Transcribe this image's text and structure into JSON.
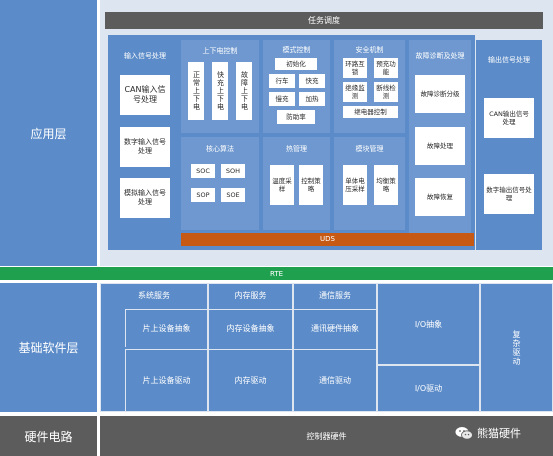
{
  "layers": {
    "app": "应用层",
    "bsw": "基础软件层",
    "hw": "硬件电路"
  },
  "task_scheduling": "任务调度",
  "input": {
    "title": "输入信号处理",
    "items": [
      "CAN输入信号处理",
      "数字输入信号处理",
      "模拟输入信号处理"
    ]
  },
  "power": {
    "title": "上下电控制",
    "items": [
      "正常上下电",
      "快充上下电",
      "故障上下电"
    ]
  },
  "mode": {
    "title": "模式控制",
    "items": [
      "初始化",
      "行车",
      "快充",
      "慢充",
      "加热",
      "防助率"
    ]
  },
  "safety": {
    "title": "安全机制",
    "items": [
      "环路互锁",
      "预充功能",
      "绝缘监测",
      "断线检测",
      "继电器控制"
    ]
  },
  "fault": {
    "title": "故障诊断及处理",
    "items": [
      "故障诊断分级",
      "故障处理",
      "故障恢复"
    ]
  },
  "output": {
    "title": "输出信号处理",
    "items": [
      "CAN输出信号处理",
      "数字输出信号处理"
    ]
  },
  "core": {
    "title": "核心算法",
    "items": [
      "SOC",
      "SOH",
      "SOP",
      "SOE"
    ]
  },
  "thermal": {
    "title": "热管理",
    "items": [
      "温度采样",
      "控制策略"
    ]
  },
  "module": {
    "title": "模块管理",
    "items": [
      "单体电压采样",
      "均衡策略"
    ]
  },
  "uds": "UDS",
  "rte": "RTE",
  "bsw": {
    "services": [
      "系统服务",
      "内存服务",
      "通信服务"
    ],
    "abstraction": [
      "片上设备抽象",
      "内存设备抽象",
      "通讯硬件抽象",
      "I/O抽象"
    ],
    "drivers": [
      "片上设备驱动",
      "内存驱动",
      "通信驱动",
      "I/O驱动"
    ],
    "complex": "复杂驱动"
  },
  "controller_hw": "控制器硬件",
  "watermark": "熊猫硬件",
  "colors": {
    "layer_blue": "#5b8bc8",
    "panel": "#dde5f1",
    "gray": "#5c5c5c",
    "rte_green": "#1ea04f",
    "uds_orange": "#c65a14"
  }
}
